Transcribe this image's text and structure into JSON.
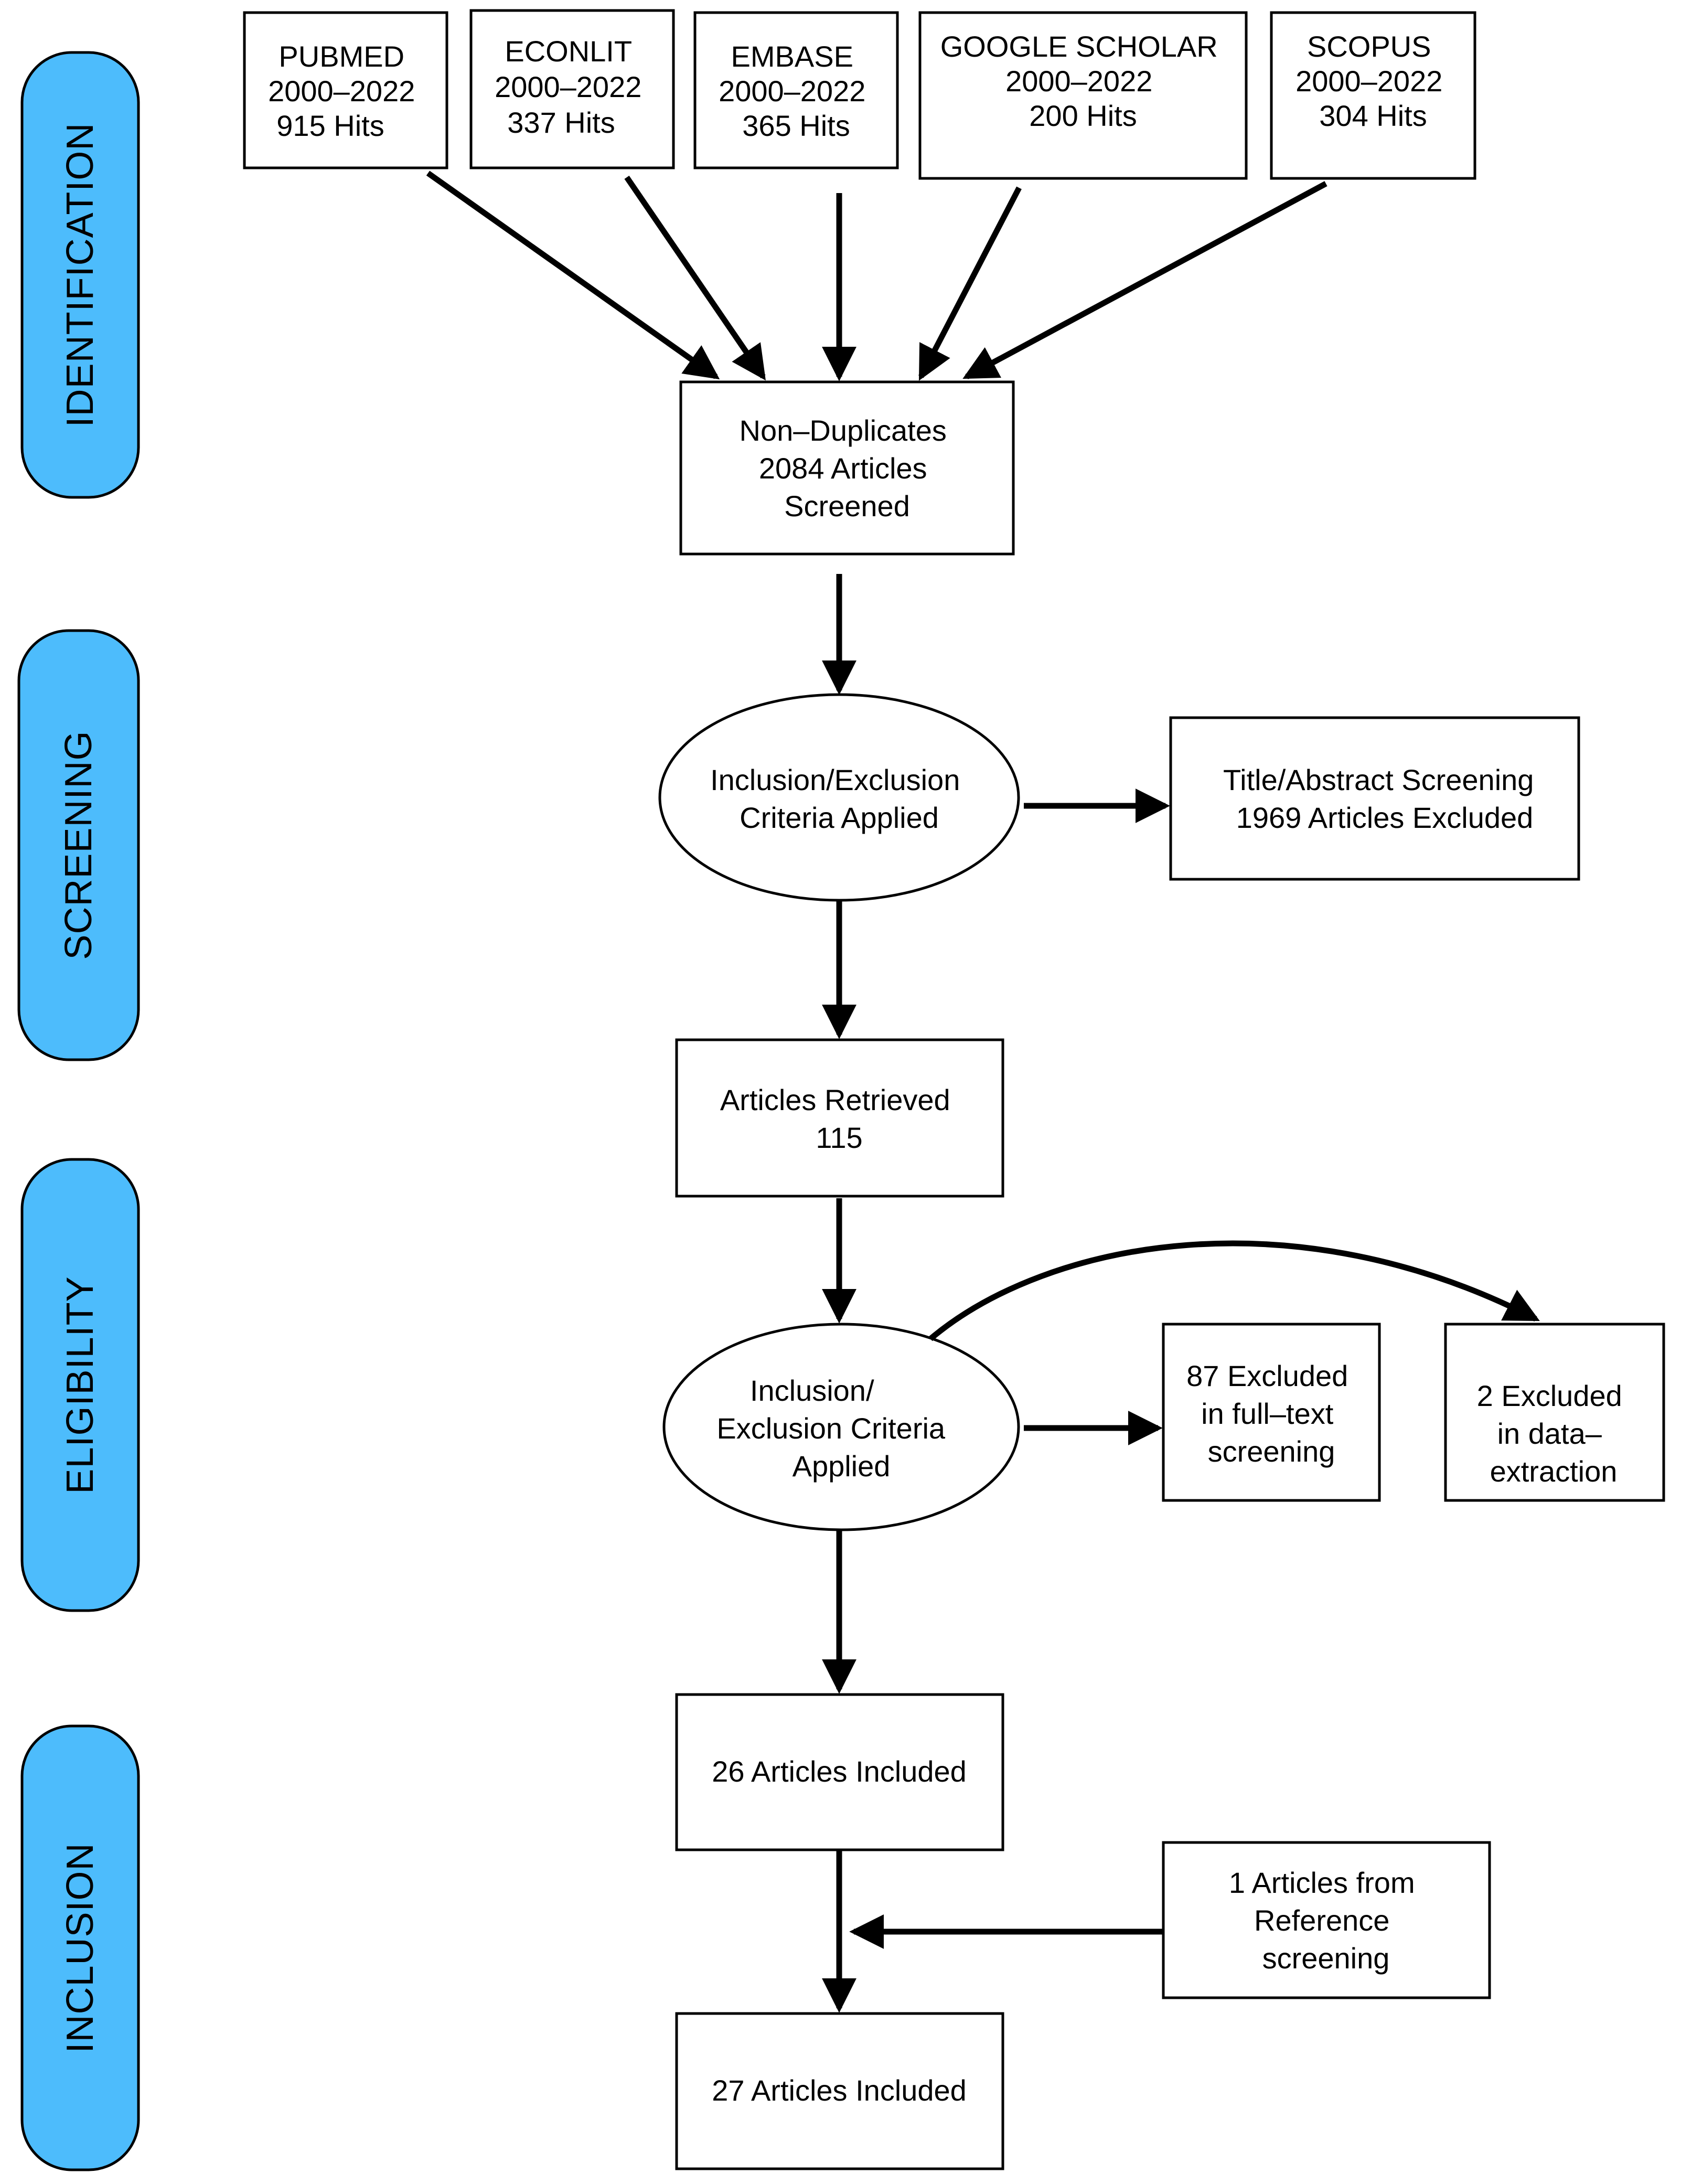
{
  "theme": {
    "phase_fill": "#4dbcfc",
    "stroke": "#000000",
    "background": "#ffffff"
  },
  "phases": [
    {
      "id": "identification",
      "label": "IDENTIFICATION"
    },
    {
      "id": "screening",
      "label": "SCREENING"
    },
    {
      "id": "eligibility",
      "label": "ELIGIBILITY"
    },
    {
      "id": "inclusion",
      "label": "INCLUSION"
    }
  ],
  "sources": [
    {
      "id": "pubmed",
      "lines": [
        "PUBMED",
        "2000–2022",
        "915 Hits"
      ]
    },
    {
      "id": "econlit",
      "lines": [
        "ECONLIT",
        "2000–2022",
        "337 Hits"
      ]
    },
    {
      "id": "embase",
      "lines": [
        "EMBASE",
        "2000–2022",
        "365 Hits"
      ]
    },
    {
      "id": "google-scholar",
      "lines": [
        "GOOGLE SCHOLAR",
        "2000–2022",
        "200 Hits"
      ]
    },
    {
      "id": "scopus",
      "lines": [
        "SCOPUS",
        "2000–2022",
        "304 Hits"
      ]
    }
  ],
  "non_duplicates": {
    "lines": [
      "Non–Duplicates",
      "2084 Articles",
      "Screened"
    ]
  },
  "screening_criteria": {
    "lines": [
      "Inclusion/Exclusion",
      "Criteria Applied"
    ]
  },
  "title_abstract_excluded": {
    "lines": [
      "Title/Abstract Screening",
      "1969 Articles Excluded"
    ]
  },
  "articles_retrieved": {
    "lines": [
      "Articles Retrieved",
      "115"
    ]
  },
  "eligibility_criteria": {
    "lines": [
      "Inclusion/",
      "Exclusion Criteria",
      "Applied"
    ]
  },
  "fulltext_excluded": {
    "lines": [
      "87 Excluded",
      "in full–text",
      "screening"
    ]
  },
  "data_extraction_excluded": {
    "lines": [
      "2 Excluded",
      "in data–",
      "extraction"
    ]
  },
  "included_26": {
    "lines": [
      "26 Articles Included"
    ]
  },
  "reference_screening": {
    "lines": [
      "1 Articles from",
      "Reference",
      "screening"
    ]
  },
  "included_27": {
    "lines": [
      "27 Articles Included"
    ]
  }
}
